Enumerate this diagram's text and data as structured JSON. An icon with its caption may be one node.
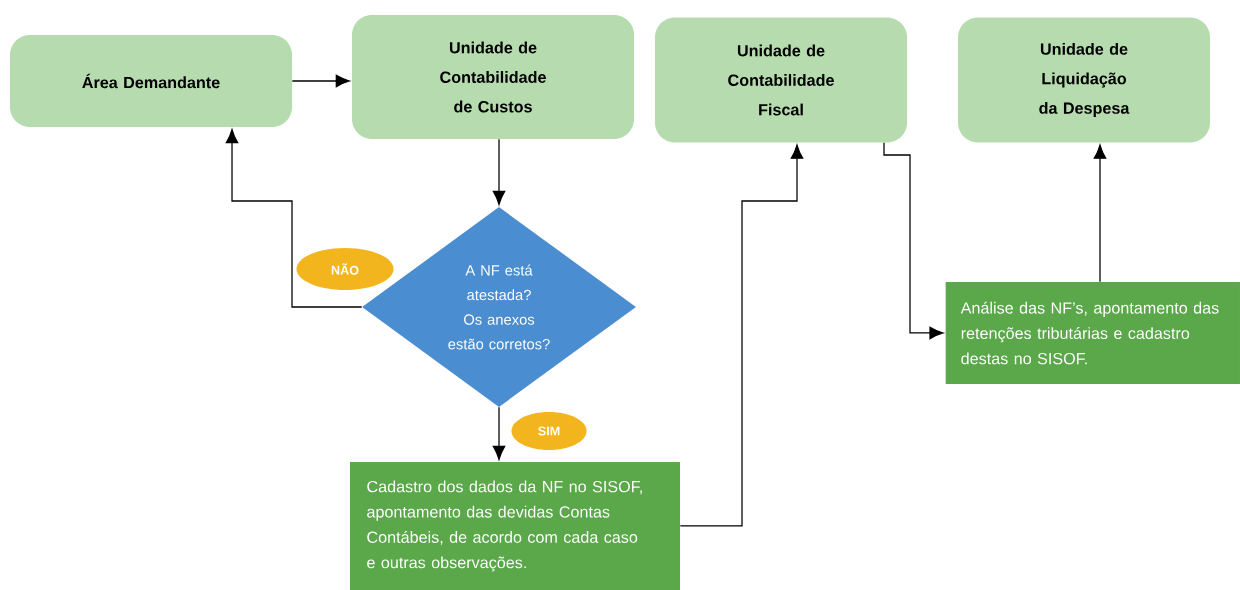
{
  "diagram": {
    "nodes": [
      {
        "text": [
          "Área Demandante"
        ]
      },
      {
        "text": [
          "Unidade de Contabilidade de Custos"
        ]
      },
      {
        "text": [
          "Unidade de Contabilidade Fiscal"
        ]
      },
      {
        "text": [
          "Unidade de Liquidação da Despesa"
        ]
      },
      {
        "text": [
          "A NF está atestada? Os anexos estão corretos?"
        ]
      },
      {
        "text": [
          "NÃO"
        ]
      },
      {
        "text": [
          "SIM"
        ]
      },
      {
        "text": [
          "Cadastro dos dados da NF no SISOF, apontamento das devidas Contas Contábeis, de acordo com cada caso e outras observações."
        ]
      },
      {
        "text": [
          "Análise das NF’s, apontamento das retenções tributárias e cadastro destas no SISOF."
        ]
      }
    ],
    "edges": [
      {
        "from": 0,
        "to": 1,
        "arrow": "to"
      },
      {
        "from": 1,
        "to": 4,
        "arrow": "to"
      },
      {
        "from": 4,
        "to": 0,
        "arrow": "to"
      },
      {
        "from": 4,
        "to": 7,
        "arrow": "to"
      },
      {
        "from": 7,
        "to": 2,
        "arrow": "to"
      },
      {
        "from": 2,
        "to": 8,
        "arrow": "to"
      },
      {
        "from": 8,
        "to": 3,
        "arrow": "to"
      }
    ]
  }
}
